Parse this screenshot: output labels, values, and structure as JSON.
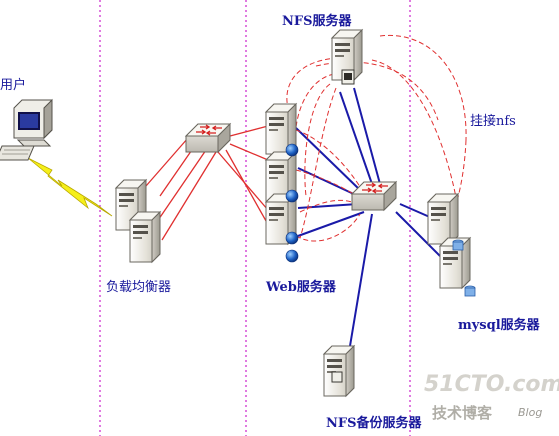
{
  "labels": {
    "user": "用户",
    "load_balancer": "负载均衡器",
    "web_server": "Web服务器",
    "nfs_server": "NFS服务器",
    "mount_nfs": "挂接nfs",
    "mysql_server": "mysql服务器",
    "nfs_backup": "NFS备份服务器"
  },
  "watermark": {
    "site": "51CTO.com",
    "tagline": "技术博客",
    "blog": "Blog"
  },
  "colors": {
    "section_divider": "#cc22cc",
    "lb_links": "#e03030",
    "switch_links": "#1a1aa8",
    "nfs_mount_dashed": "#e03030",
    "lightning": "#f5ef1a",
    "label_text": "#1a1a9c"
  }
}
